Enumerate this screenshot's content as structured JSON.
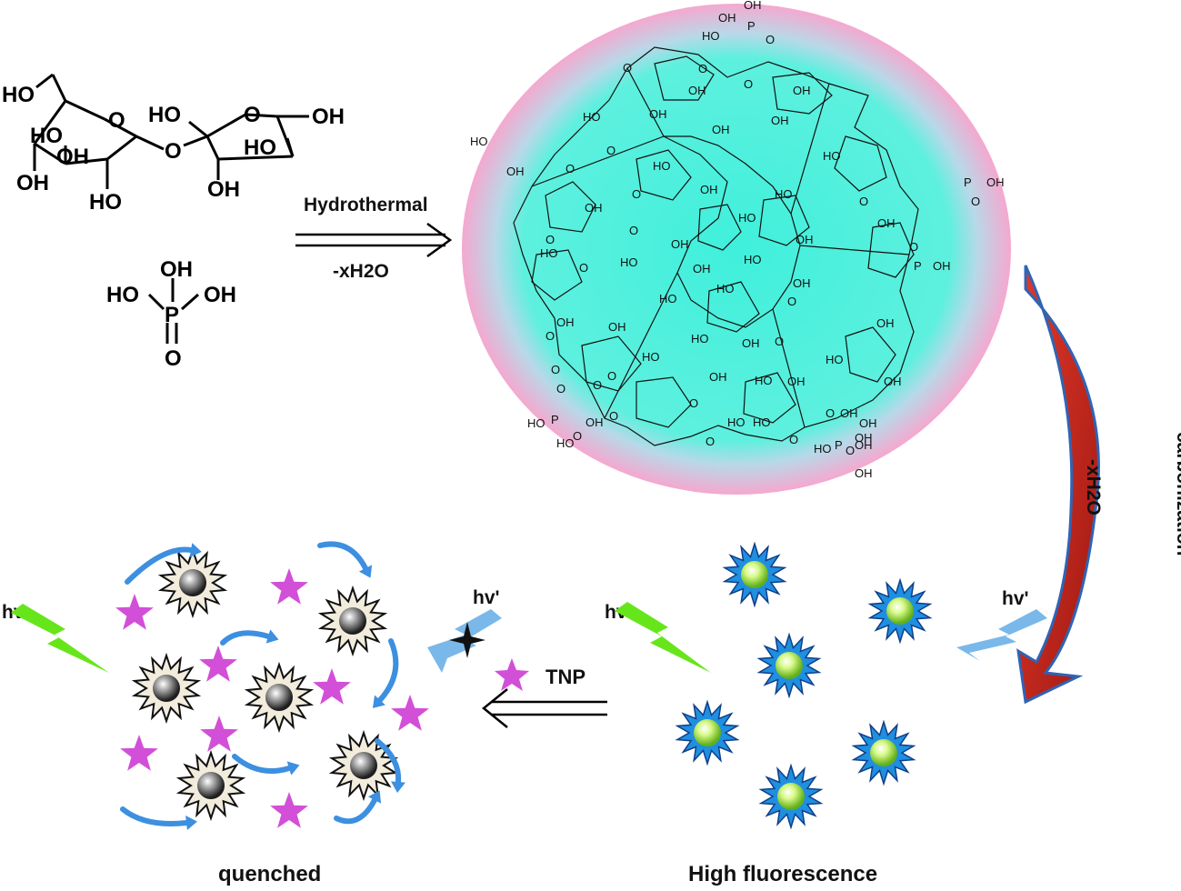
{
  "molecules": {
    "sucrose": {
      "atoms": [
        "HO",
        "O",
        "HO",
        "O",
        "OH",
        "HO",
        "O",
        "HO",
        "OH",
        "OH",
        "HO",
        "OH"
      ]
    },
    "phosphoric_acid": {
      "atoms": [
        "OH",
        "HO",
        "OH",
        "P",
        "O"
      ]
    }
  },
  "arrows": {
    "hydrothermal": {
      "top": "Hydrothermal",
      "bottom": "-xH2O"
    },
    "carbonization": {
      "outer": "carbonization",
      "inner": "-xH2O"
    },
    "tnp": {
      "label": "TNP"
    }
  },
  "polymer": {
    "labels": [
      "OH",
      "OH",
      "HO",
      "P",
      "O",
      "O",
      "O",
      "O",
      "OH",
      "OH",
      "OH",
      "OH",
      "OH",
      "HO",
      "HO",
      "OH",
      "O",
      "HO",
      "HO",
      "P",
      "O",
      "OH",
      "O",
      "O",
      "OH",
      "HO",
      "O",
      "OH",
      "HO",
      "O",
      "OH",
      "O",
      "HO",
      "OH",
      "OH",
      "O",
      "HO",
      "P",
      "OH",
      "O",
      "HO",
      "OH",
      "HO",
      "OH",
      "HO",
      "O",
      "OH",
      "OH",
      "O",
      "OH",
      "HO",
      "HO",
      "OH",
      "O",
      "HO",
      "O",
      "OH",
      "OH",
      "HO",
      "OH",
      "O",
      "HO",
      "OH",
      "HO",
      "O",
      "O",
      "HO",
      "O",
      "OH",
      "P",
      "OH",
      "HO",
      "O",
      "O",
      "O",
      "O",
      "HO",
      "OH",
      "O",
      "O",
      "P",
      "OH",
      "OH"
    ],
    "colors": {
      "core": "#3ff0dc",
      "halo": "#f5a8cf"
    }
  },
  "left_panel": {
    "hv": "hv",
    "hv_prime": "hv'",
    "caption": "quenched"
  },
  "right_panel": {
    "hv": "hv",
    "hv_prime": "hv'",
    "caption": "High fluorescence"
  },
  "colors": {
    "lightning_green": "#66e61a",
    "lightning_blue": "#7ab8ea",
    "star": "#d24fd8",
    "dot_spike_fill": "#1f8fe0",
    "dot_core": "#b6f25a",
    "quenched_spike_fill": "#f2ecdc",
    "arrow_red": "#c0221a",
    "arrow_blue": "#2f64b5",
    "curl_blue": "#3d8fe0"
  }
}
